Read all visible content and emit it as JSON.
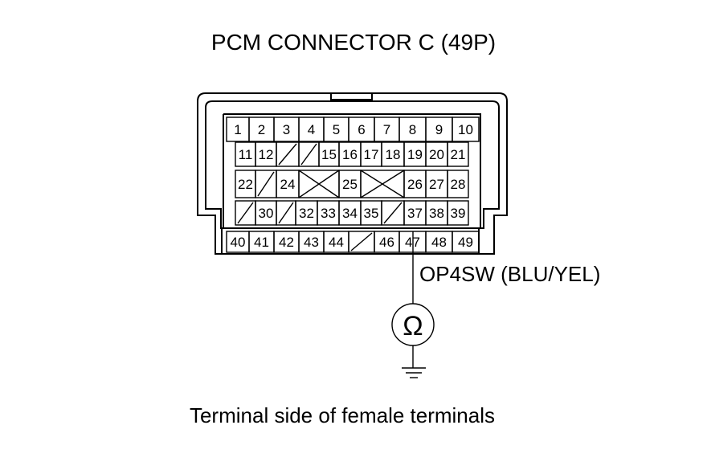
{
  "title": "PCM CONNECTOR C (49P)",
  "wire_label": "OP4SW (BLU/YEL)",
  "ohm_symbol": "Ω",
  "caption": "Terminal side of female terminals",
  "pin_rows": [
    [
      "1",
      "2",
      "3",
      "4",
      "5",
      "6",
      "7",
      "8",
      "9",
      "10"
    ],
    [
      "11",
      "12",
      "",
      "15",
      "16",
      "17",
      "18",
      "19",
      "20",
      "21"
    ],
    [
      "22",
      "",
      "24",
      "",
      "25",
      "",
      "26",
      "27",
      "28"
    ],
    [
      "",
      "30",
      "32",
      "33",
      "34",
      "35",
      "",
      "37",
      "38",
      "39"
    ],
    [
      "40",
      "41",
      "42",
      "43",
      "44",
      "",
      "46",
      "47",
      "48",
      "49"
    ]
  ],
  "probed_pin": "47"
}
